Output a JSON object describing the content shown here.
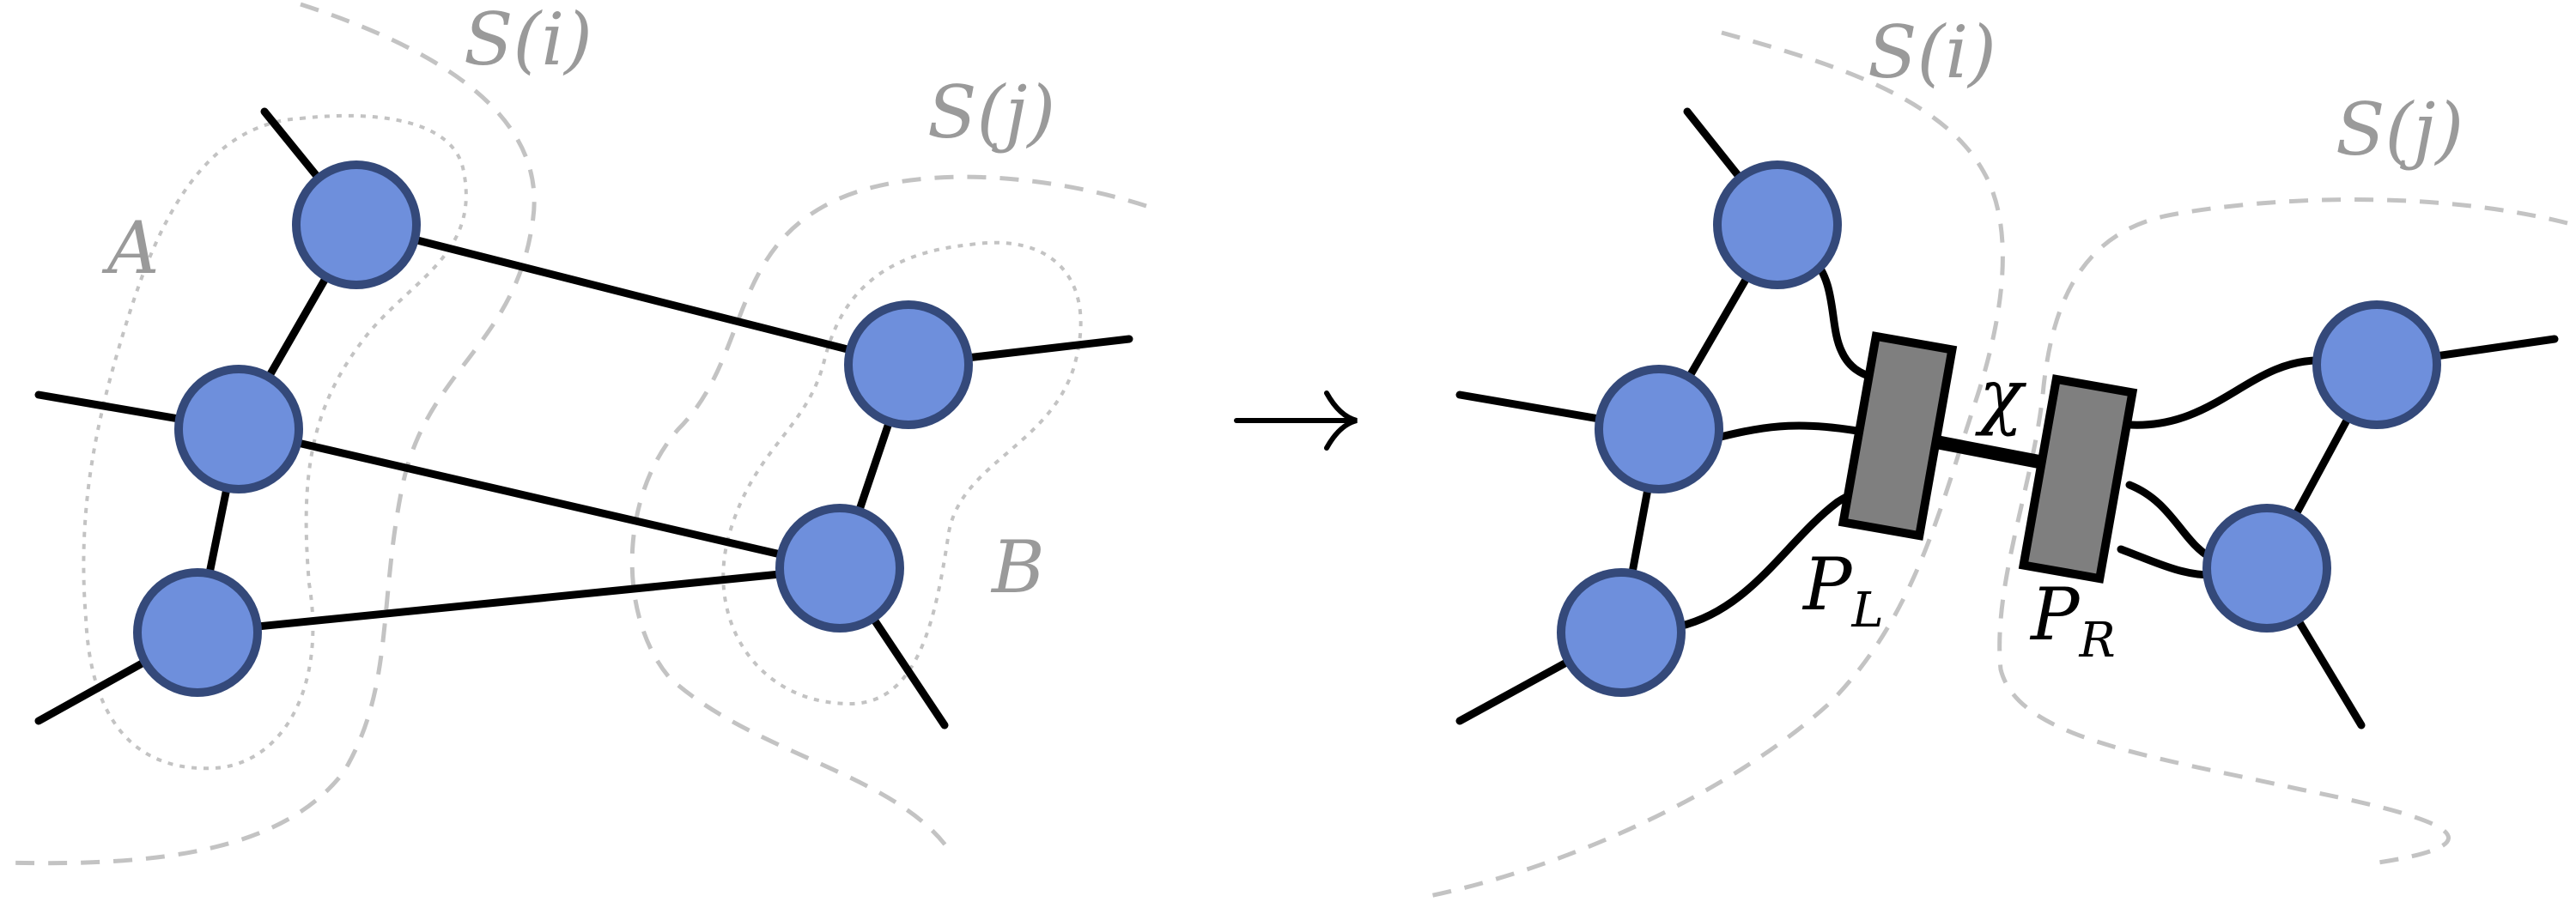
{
  "colors": {
    "node_fill": "#6e8fdc",
    "node_stroke": "#34497a",
    "edge": "#000000",
    "region": "#c3c3c3",
    "region_label": "#9a9a9a",
    "projector_fill": "#7f7f7f"
  },
  "left_panel": {
    "labels": {
      "region_i": "S(i)",
      "region_j": "S(j)",
      "subset_a": "A",
      "subset_b": "B"
    }
  },
  "arrow": {
    "glyph": "→"
  },
  "right_panel": {
    "labels": {
      "region_i": "S(i)",
      "region_j": "S(j)",
      "bond_dimension": "χ",
      "projector_left_base": "P",
      "projector_left_sub": "L",
      "projector_right_base": "P",
      "projector_right_sub": "R"
    }
  }
}
